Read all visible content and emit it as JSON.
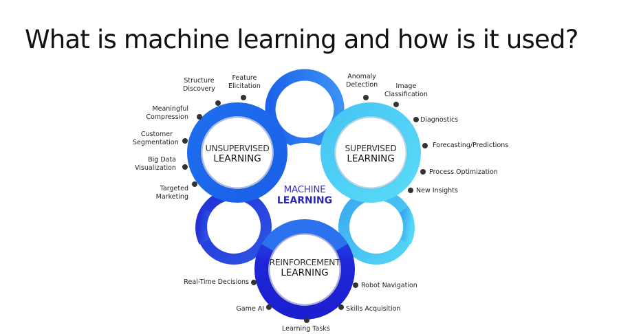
{
  "title": "What is machine learning and how is it used?",
  "center": {
    "line1": "MACHINE",
    "line2": "LEARNING",
    "color": "#2f2dc0"
  },
  "colors": {
    "unsupervised": "#1e6ff0",
    "supervised": "#4fd2f5",
    "reinforcement": "#1f22d8",
    "top_lobe": "#2b7cf2",
    "left_lobe": "#2437dc",
    "right_lobe": "#3ec0f2",
    "dot": "#333333"
  },
  "hubs": {
    "unsupervised": {
      "line1": "UNSUPERVISED",
      "line2": "LEARNING"
    },
    "supervised": {
      "line1": "SUPERVISED",
      "line2": "LEARNING"
    },
    "reinforcement": {
      "line1": "REINFORCEMENT",
      "line2": "LEARNING"
    }
  },
  "unsupervised_items": [
    "Structure Discovery",
    "Feature Elicitation",
    "Meaningful Compression",
    "Customer Segmentation",
    "Big Data Visualization",
    "Targeted Marketing"
  ],
  "unsupervised_labels": {
    "structure": [
      "Structure",
      "Discovery"
    ],
    "feature": [
      "Feature",
      "Elicitation"
    ],
    "meaningful": [
      "Meaningful",
      "Compression"
    ],
    "customer": [
      "Customer",
      "Segmentation"
    ],
    "bigdata": [
      "Big Data",
      "Visualization"
    ],
    "targeted": [
      "Targeted",
      "Marketing"
    ]
  },
  "supervised_labels": {
    "anomaly": [
      "Anomaly",
      "Detection"
    ],
    "image": [
      "Image",
      "Classification"
    ],
    "diagnostics": "Diagnostics",
    "forecasting": "Forecasting/Predictions",
    "process": "Process Optimization",
    "insights": "New Insights"
  },
  "reinforcement_labels": {
    "realtime": "Real-Time Decisions",
    "robot": "Robot Navigation",
    "game": "Game AI",
    "skills": "Skills Acquisition",
    "tasks": "Learning Tasks"
  }
}
